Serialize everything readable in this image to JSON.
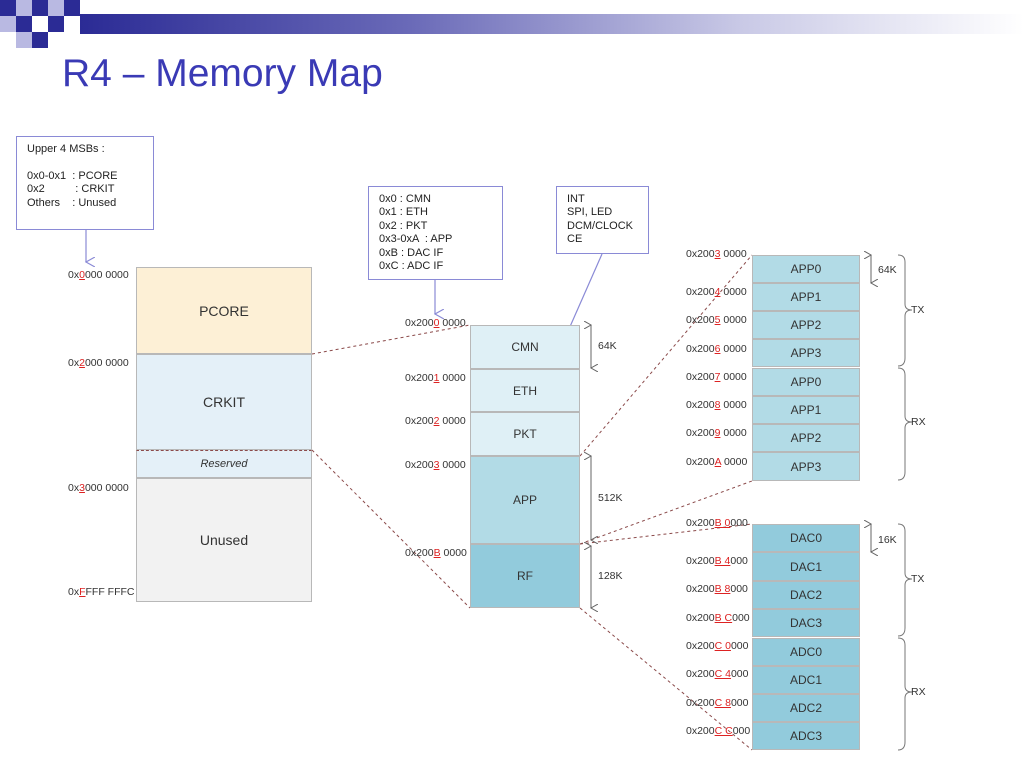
{
  "title": "R4 – Memory Map",
  "notes": {
    "msb": "Upper 4 MSBs :\n\n0x0-0x1  : PCORE\n0x2          : CRKIT\nOthers    : Unused",
    "sub": "0x0 : CMN\n0x1 : ETH\n0x2 : PKT\n0x3-0xA  : APP\n0xB : DAC IF\n0xC : ADC IF",
    "int": "INT\nSPI, LED\nDCM/CLOCK\nCE"
  },
  "top_map": {
    "blocks": [
      "PCORE",
      "CRKIT",
      "Reserved",
      "Unused"
    ],
    "addresses": [
      {
        "pre": "0x",
        "hl": "0",
        "post": "000 0000"
      },
      {
        "pre": "0x",
        "hl": "2",
        "post": "000 0000"
      },
      {
        "pre": "0x",
        "hl": "3",
        "post": "000 0000"
      },
      {
        "pre": "0x",
        "hl": "F",
        "post": "FFF FFFC"
      }
    ]
  },
  "crkit_map": {
    "blocks": [
      "CMN",
      "ETH",
      "PKT",
      "APP",
      "RF"
    ],
    "addresses": [
      {
        "pre": "0x200",
        "hl": "0",
        "post": " 0000"
      },
      {
        "pre": "0x200",
        "hl": "1",
        "post": " 0000"
      },
      {
        "pre": "0x200",
        "hl": "2",
        "post": " 0000"
      },
      {
        "pre": "0x200",
        "hl": "3",
        "post": " 0000"
      },
      {
        "pre": "0x200",
        "hl": "B",
        "post": " 0000"
      }
    ],
    "sizes": [
      "64K",
      "512K",
      "128K"
    ]
  },
  "app_map": {
    "blocks": [
      "APP0",
      "APP1",
      "APP2",
      "APP3",
      "APP0",
      "APP1",
      "APP2",
      "APP3"
    ],
    "addresses": [
      {
        "pre": "0x200",
        "hl": "3",
        "post": " 0000"
      },
      {
        "pre": "0x200",
        "hl": "4",
        "post": " 0000"
      },
      {
        "pre": "0x200",
        "hl": "5",
        "post": " 0000"
      },
      {
        "pre": "0x200",
        "hl": "6",
        "post": " 0000"
      },
      {
        "pre": "0x200",
        "hl": "7",
        "post": " 0000"
      },
      {
        "pre": "0x200",
        "hl": "8",
        "post": " 0000"
      },
      {
        "pre": "0x200",
        "hl": "9",
        "post": " 0000"
      },
      {
        "pre": "0x200",
        "hl": "A",
        "post": " 0000"
      }
    ],
    "size": "64K",
    "groups": [
      "TX",
      "RX"
    ]
  },
  "rf_map": {
    "blocks": [
      "DAC0",
      "DAC1",
      "DAC2",
      "DAC3",
      "ADC0",
      "ADC1",
      "ADC2",
      "ADC3"
    ],
    "addresses": [
      {
        "pre": "0x200",
        "hl": "B 0",
        "post": "000"
      },
      {
        "pre": "0x200",
        "hl": "B 4",
        "post": "000"
      },
      {
        "pre": "0x200",
        "hl": "B 8",
        "post": "000"
      },
      {
        "pre": "0x200",
        "hl": "B C",
        "post": "000"
      },
      {
        "pre": "0x200",
        "hl": "C 0",
        "post": "000"
      },
      {
        "pre": "0x200",
        "hl": "C 4",
        "post": "000"
      },
      {
        "pre": "0x200",
        "hl": "C 8",
        "post": "000"
      },
      {
        "pre": "0x200",
        "hl": "C C",
        "post": "000"
      }
    ],
    "size": "16K",
    "groups": [
      "TX",
      "RX"
    ]
  },
  "colors": {
    "title": "#3a3ab5",
    "pcore": "#fdf0d6",
    "crkit": "#e4f0f8",
    "unused": "#f2f2f2",
    "light": "#dff0f6",
    "mid": "#b2dbe6",
    "dark": "#92cbdc",
    "highlight": "#d22222"
  }
}
